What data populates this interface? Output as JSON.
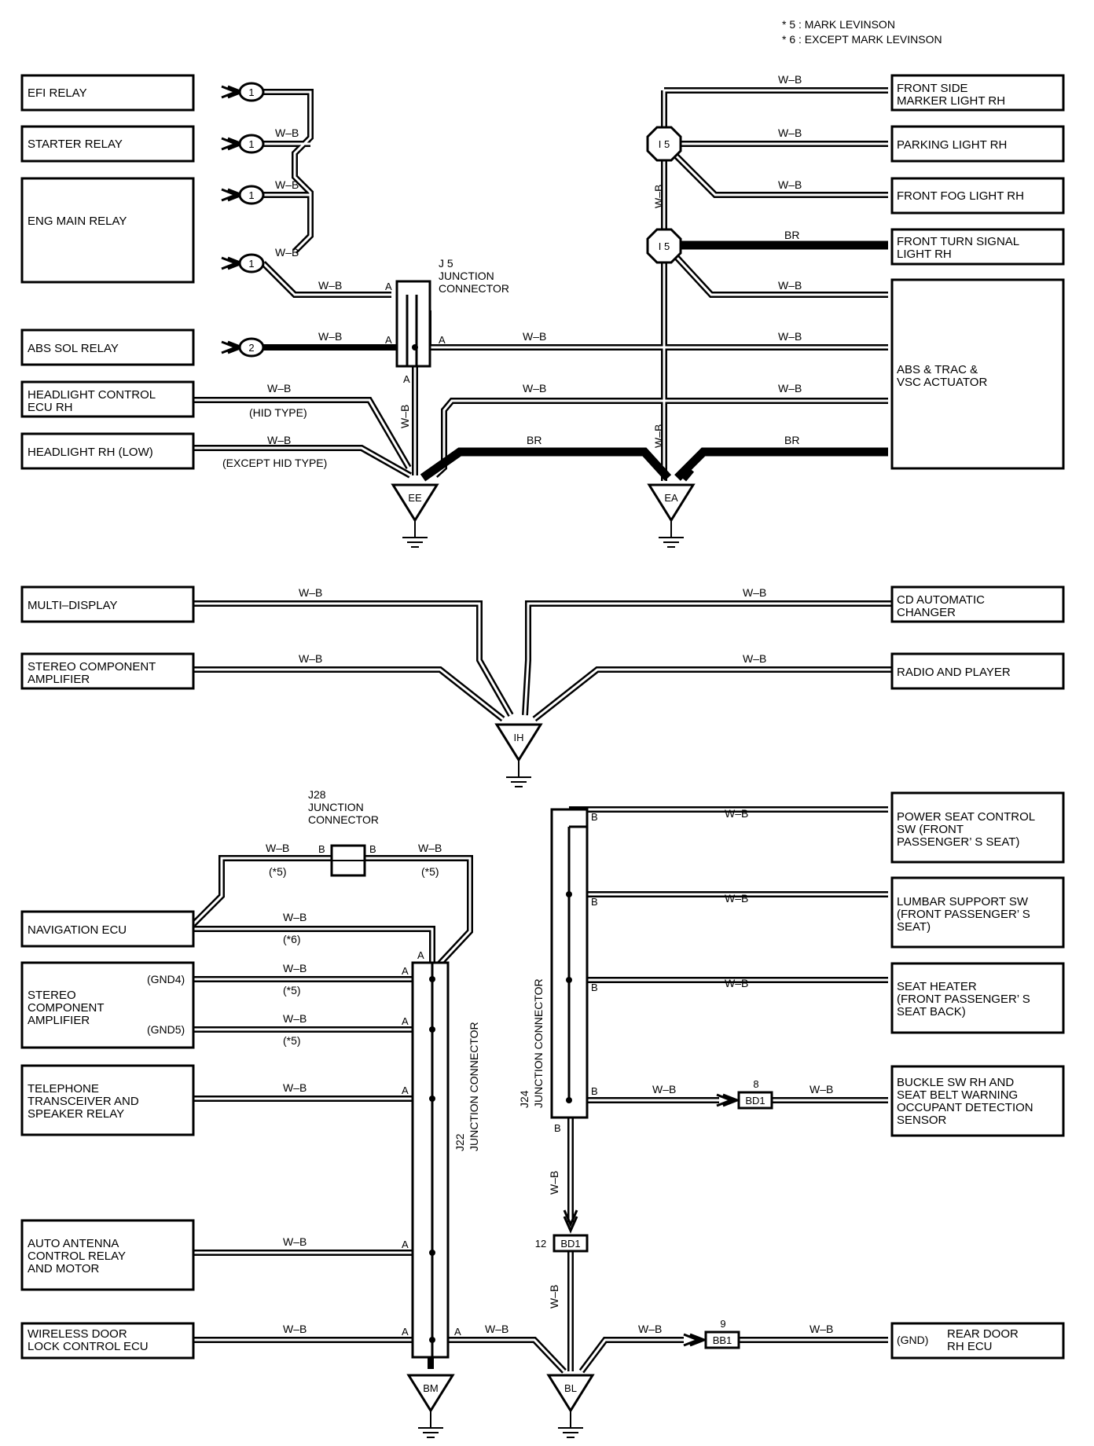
{
  "notes": [
    "* 5 : MARK LEVINSON",
    "* 6 : EXCEPT MARK LEVINSON"
  ],
  "wires": {
    "wb": "W–B",
    "br": "BR"
  },
  "pins": {
    "a": "A",
    "b": "B"
  },
  "section1": {
    "left_components": {
      "efi_relay": "EFI RELAY",
      "starter_relay": "STARTER RELAY",
      "eng_main_relay": "ENG MAIN RELAY",
      "abs_sol_relay": "ABS SOL RELAY",
      "headlight_control": [
        "HEADLIGHT CONTROL",
        "ECU RH"
      ],
      "headlight_low": "HEADLIGHT RH (LOW)"
    },
    "right_components": {
      "front_side_marker": [
        "FRONT SIDE",
        "MARKER LIGHT RH"
      ],
      "parking_light": "PARKING LIGHT RH",
      "front_fog": "FRONT FOG LIGHT RH",
      "front_turn": [
        "FRONT TURN SIGNAL",
        "LIGHT RH"
      ],
      "abs_actuator": [
        "ABS & TRAC &",
        "VSC ACTUATOR"
      ]
    },
    "j5": [
      "J 5",
      "JUNCTION",
      "CONNECTOR"
    ],
    "conn_1": "1",
    "conn_2": "2",
    "conn_i5": "I 5",
    "hid_type": "(HID TYPE)",
    "except_hid": "(EXCEPT HID TYPE)",
    "grounds": {
      "ee": "EE",
      "ea": "EA"
    }
  },
  "section2": {
    "multi_display": "MULTI–DISPLAY",
    "stereo_amp": [
      "STEREO COMPONENT",
      "AMPLIFIER"
    ],
    "cd_changer": [
      "CD AUTOMATIC",
      "CHANGER"
    ],
    "radio_player": "RADIO AND PLAYER",
    "ground": "IH"
  },
  "section3": {
    "j28": [
      "J28",
      "JUNCTION",
      "CONNECTOR"
    ],
    "note5": "(*5)",
    "note6": "(*6)",
    "navigation_ecu": "NAVIGATION ECU",
    "stereo_component_amp": [
      "STEREO",
      "COMPONENT",
      "AMPLIFIER"
    ],
    "gnd4": "(GND4)",
    "gnd5": "(GND5)",
    "telephone": [
      "TELEPHONE",
      "TRANSCEIVER AND",
      "SPEAKER RELAY"
    ],
    "auto_antenna": [
      "AUTO ANTENNA",
      "CONTROL RELAY",
      "AND MOTOR"
    ],
    "wireless_door": [
      "WIRELESS DOOR",
      "LOCK CONTROL ECU"
    ],
    "j22": [
      "J22",
      "JUNCTION CONNECTOR"
    ],
    "j24": [
      "J24",
      "JUNCTION CONNECTOR"
    ],
    "power_seat": [
      "POWER SEAT CONTROL",
      "SW (FRONT",
      "PASSENGER’ S SEAT)"
    ],
    "lumbar": [
      "LUMBAR SUPPORT SW",
      "(FRONT PASSENGER’ S",
      "SEAT)"
    ],
    "seat_heater": [
      "SEAT HEATER",
      "(FRONT PASSENGER’ S",
      "SEAT BACK)"
    ],
    "buckle": [
      "BUCKLE SW RH AND",
      "SEAT BELT WARNING",
      "OCCUPANT DETECTION",
      "SENSOR"
    ],
    "rear_door": [
      "REAR DOOR",
      "RH ECU"
    ],
    "rear_gnd": "(GND)",
    "bd1": "BD1",
    "bb1": "BB1",
    "pin8": "8",
    "pin12": "12",
    "pin9": "9",
    "grounds": {
      "bm": "BM",
      "bl": "BL"
    }
  }
}
